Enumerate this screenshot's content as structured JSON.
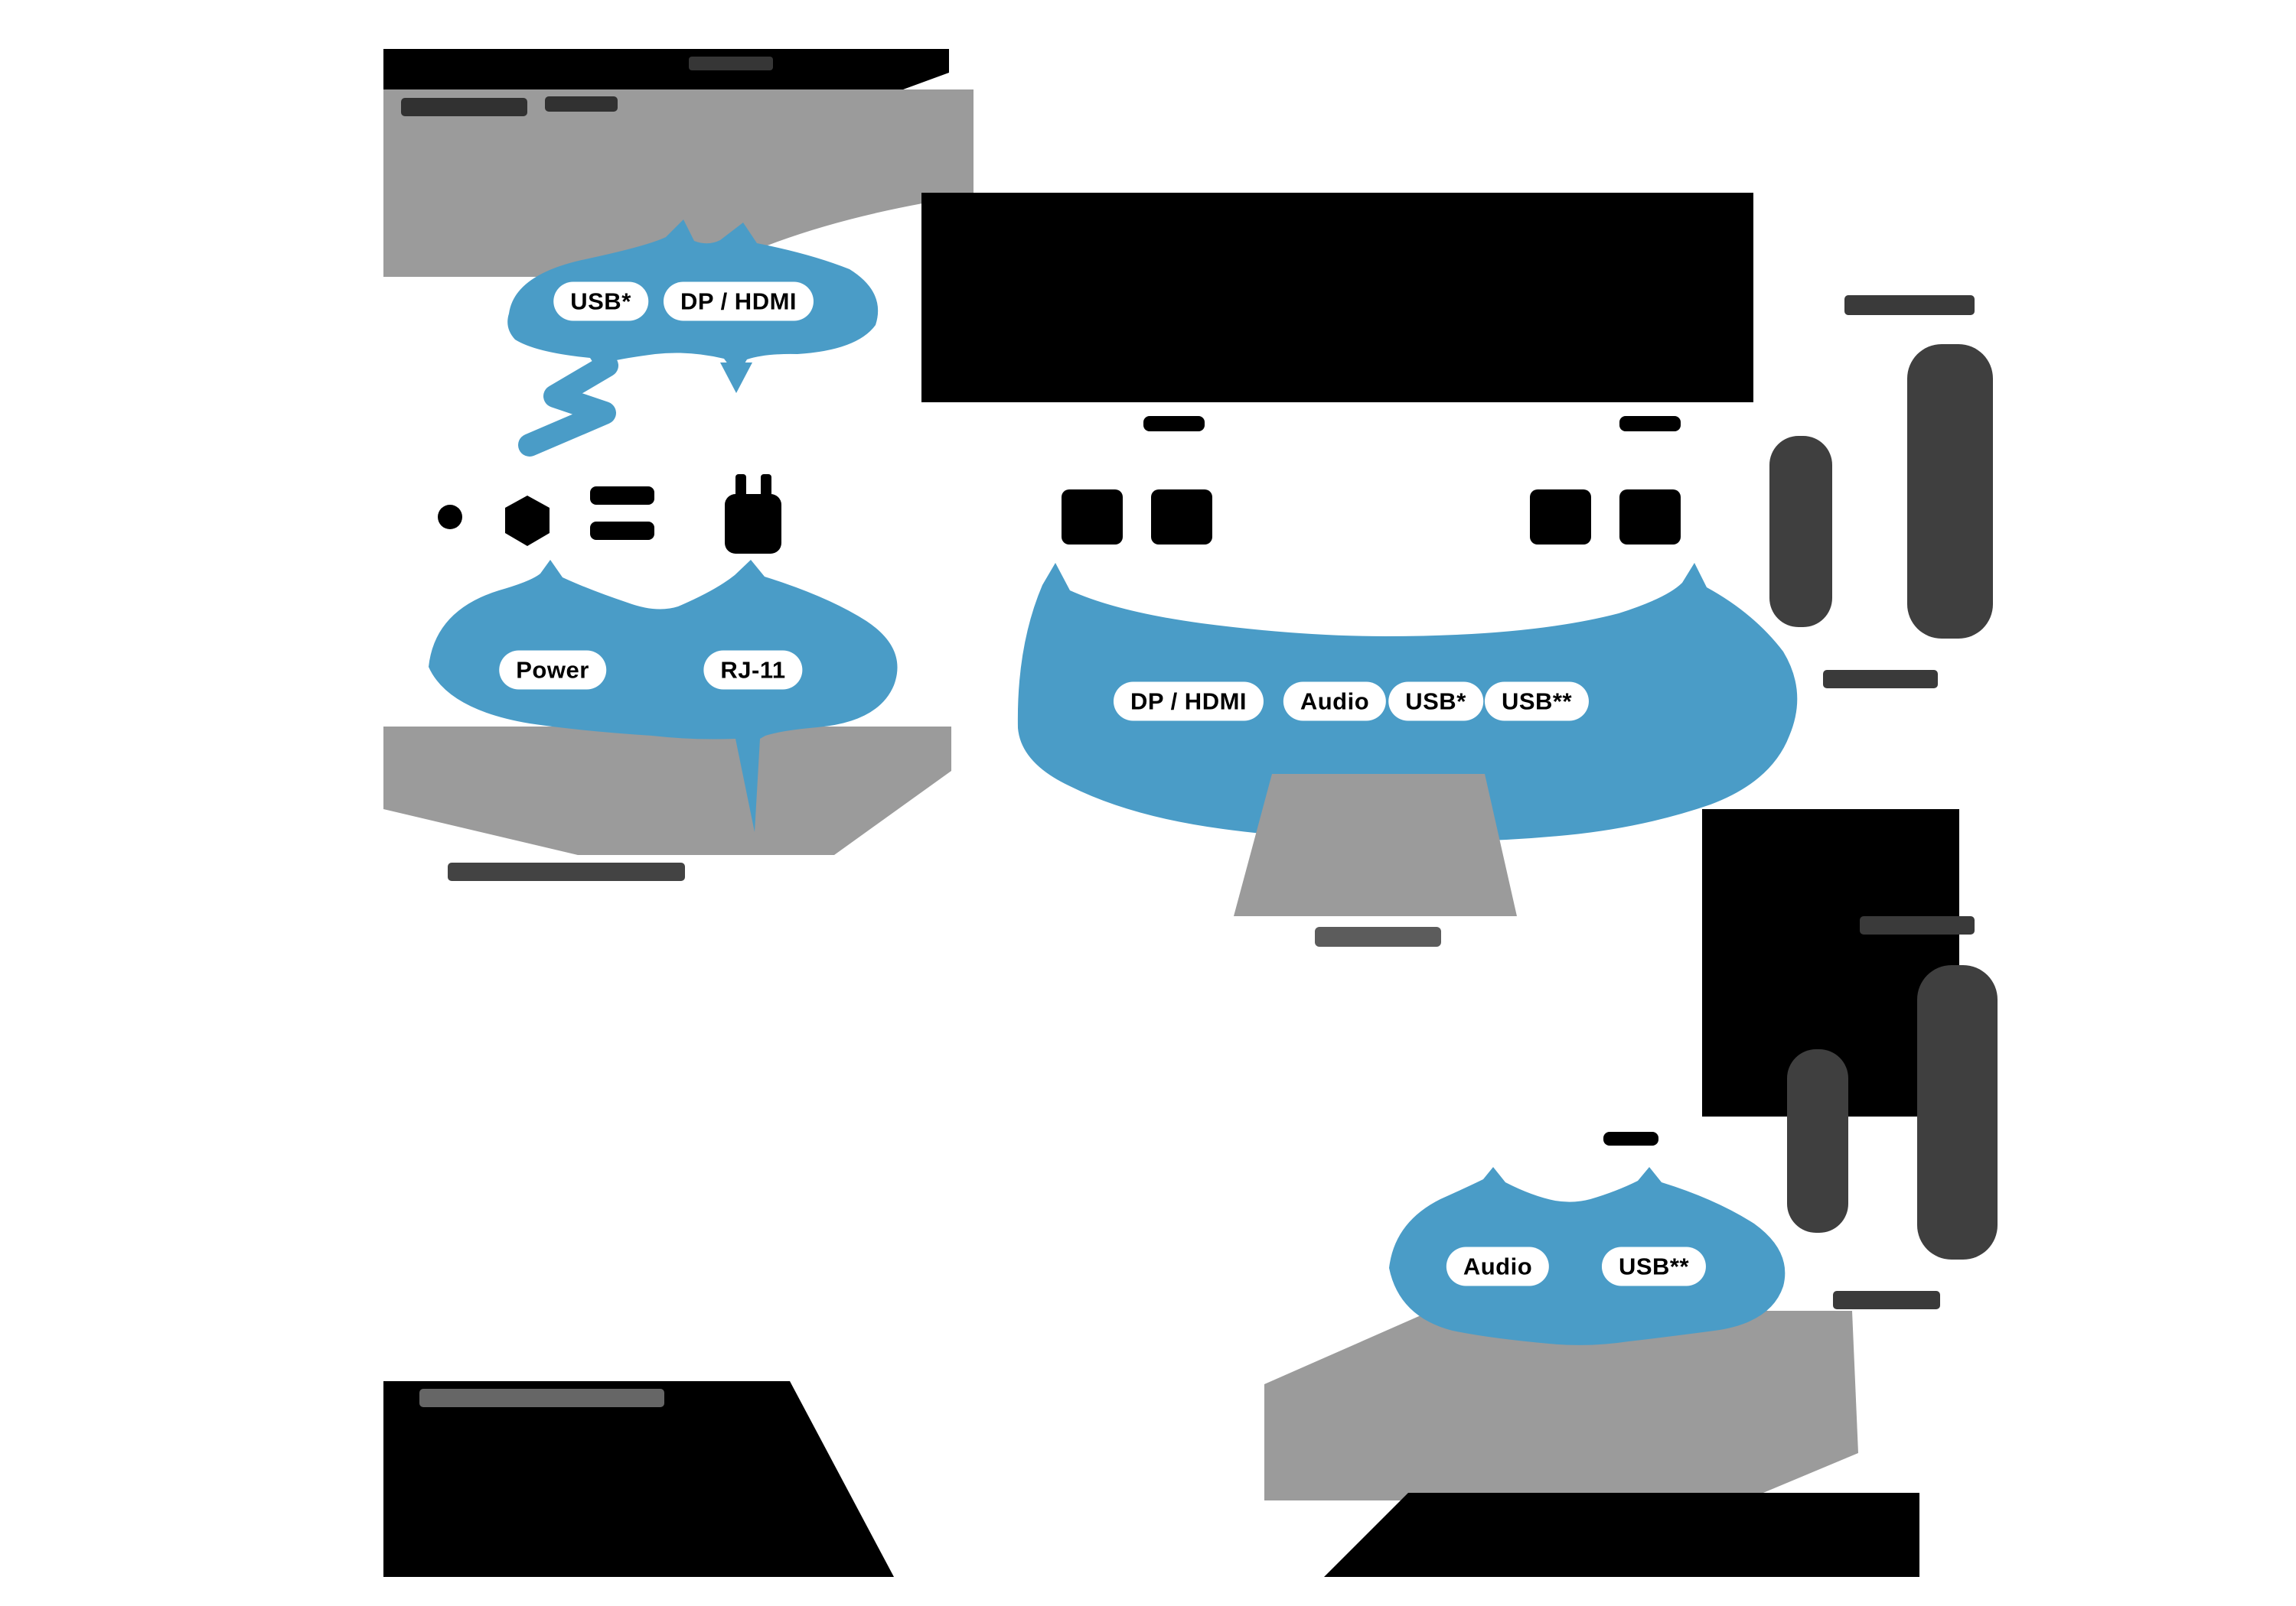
{
  "diagram": {
    "description": "KVM extender cabling silhouette diagram",
    "labels": [
      {
        "id": "usb-top",
        "text": "USB*"
      },
      {
        "id": "dp-hdmi-top",
        "text": "DP / HDMI"
      },
      {
        "id": "power",
        "text": "Power"
      },
      {
        "id": "rj11",
        "text": "RJ-11"
      },
      {
        "id": "dp-hdmi-mid",
        "text": "DP / HDMI"
      },
      {
        "id": "audio-mid",
        "text": "Audio"
      },
      {
        "id": "usb-mid",
        "text": "USB*"
      },
      {
        "id": "usb2-mid",
        "text": "USB**"
      },
      {
        "id": "audio-bottom",
        "text": "Audio"
      },
      {
        "id": "usb2-bottom",
        "text": "USB**"
      }
    ],
    "colors": {
      "cable_blue": "#4A9CC7",
      "surface_gray": "#9B9B9B",
      "silhouette_black": "#000000",
      "dark_accent": "#3F3F3F",
      "pill_bg": "#FFFFFF",
      "pill_text": "#000000"
    }
  }
}
